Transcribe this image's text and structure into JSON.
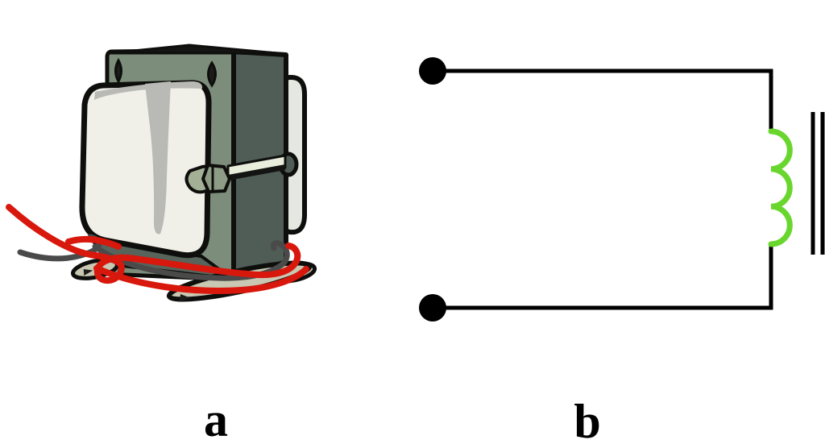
{
  "figure": {
    "background": "#FFFFFF",
    "panels": [
      {
        "id": "a",
        "label": "a",
        "kind": "transformer-photo-illustration"
      },
      {
        "id": "b",
        "label": "b",
        "kind": "coil-with-core-circuit-symbol"
      }
    ],
    "circuit": {
      "components": [
        "terminal-dot-top",
        "terminal-dot-bottom",
        "connecting-wires",
        "inductor-coil",
        "iron-core-lines"
      ],
      "coil_turns": 3,
      "core_lines": 2
    }
  },
  "colors": {
    "page-bg": "#FFFFFF",
    "outline": "#0E0E0C",
    "frame-green": "#7D8D7B",
    "frame-dark": "#4F5D56",
    "frame-base": "#56645B",
    "frame-top": "#141412",
    "bobbin-cream": "#F0EFE8",
    "bobbin-shade": "#B9B9B5",
    "bobbin-side": "#E5E7E1",
    "bolt-light": "#A3B096",
    "bolt-mid": "#8D9C85",
    "rod-light": "#E9EDDC",
    "foot-tan": "#C9C8B2",
    "hole-dark": "#1C1C1A",
    "wire-red": "#D8170D",
    "wire-gray": "#4A4A4A",
    "coil-green": "#68D62C",
    "circuit-line": "#000000"
  }
}
